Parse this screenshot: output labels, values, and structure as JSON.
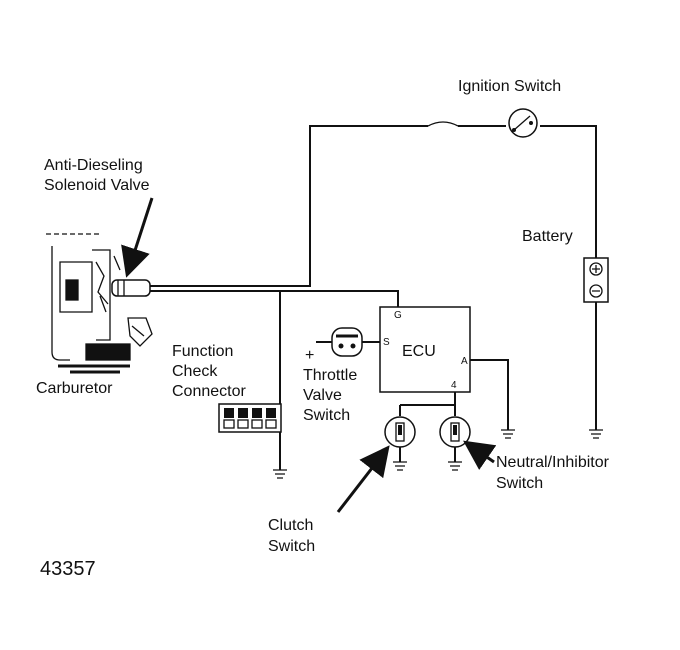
{
  "labels": {
    "ignition_switch": "Ignition Switch",
    "anti_dieseling_line1": "Anti-Dieseling",
    "anti_dieseling_line2": "Solenoid Valve",
    "battery": "Battery",
    "battery_plus": "+",
    "battery_minus": "−",
    "carburetor": "Carburetor",
    "function_line1": "Function",
    "function_line2": "Check",
    "function_line3": "Connector",
    "ecu": "ECU",
    "ecu_pin_g": "G",
    "ecu_pin_s": "S",
    "ecu_pin_a": "A",
    "ecu_pin_4": "4",
    "throttle_line1": "Throttle",
    "throttle_line2": "Valve",
    "throttle_line3": "Switch",
    "throttle_plus": "+",
    "clutch_line1": "Clutch",
    "clutch_line2": "Switch",
    "neutral_line1": "Neutral/Inhibitor",
    "neutral_line2": "Switch",
    "figure_number": "43357"
  }
}
